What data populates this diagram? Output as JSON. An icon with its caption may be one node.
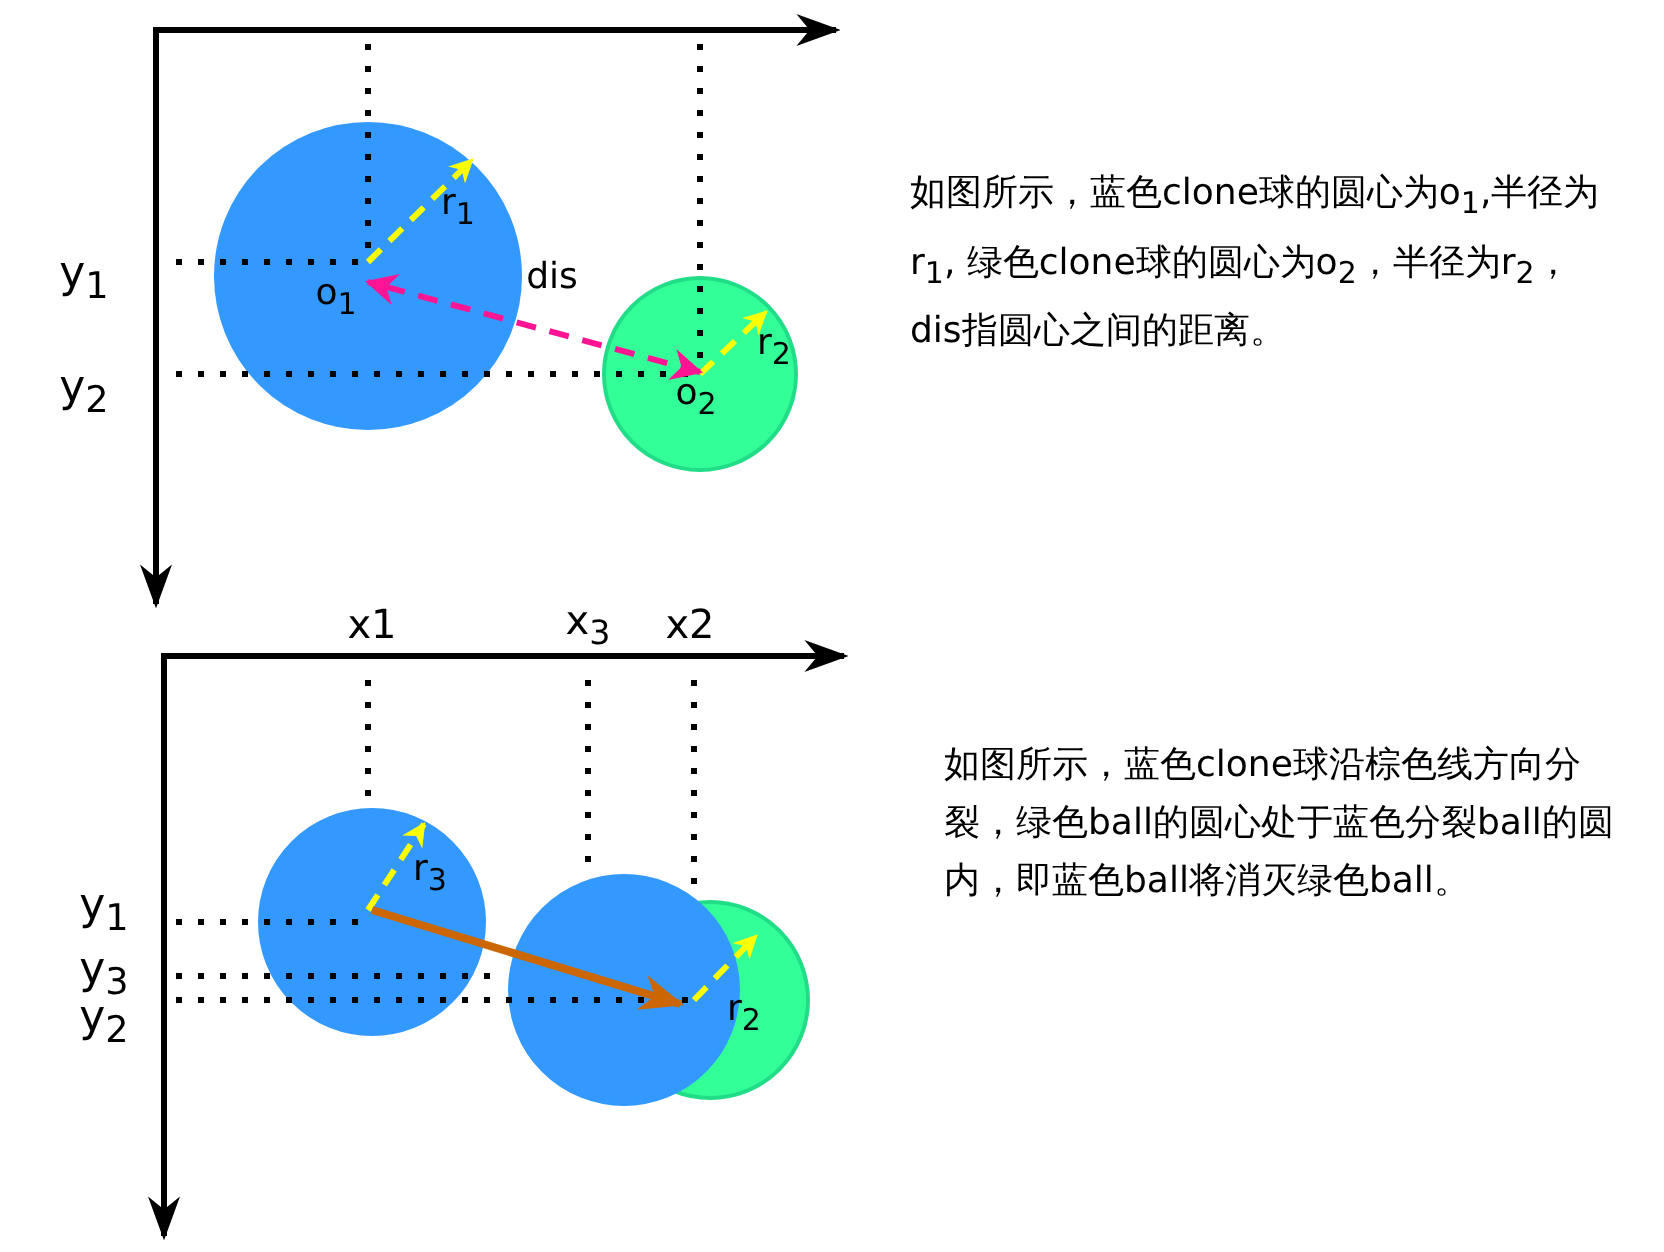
{
  "diagram": {
    "labels": [
      "r$_{1}$",
      "y$_{1}$",
      "dis",
      "o$_{1}$",
      "r$_{2}$",
      "y$_{2}$",
      "o$_{2}$",
      "如图所示，蓝色clone球的圆心为o$_{1}$,半径为r$_{1}$, 绿色clone球的圆心为o$_{2}$，半径为r$_{2}$，dis指圆心之间的距离。",
      "x1",
      "x$_{3}$",
      "x2",
      "r$_{3}$",
      "y$_{1}$",
      "y$_{3}$",
      "y$_{2}$",
      "r$_{2}$",
      "如图所示，蓝色clone球沿棕色线方向分裂，绿色ball的圆心处于蓝色分裂ball的圆内，即蓝色ball将消灭绿色ball。"
    ]
  }
}
